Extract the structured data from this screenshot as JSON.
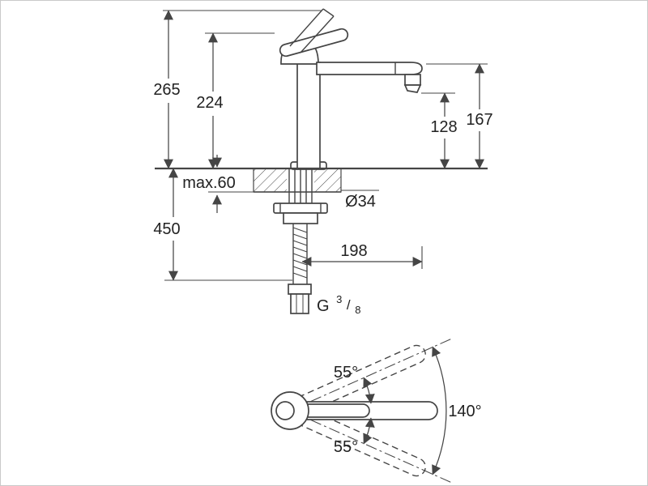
{
  "drawing": {
    "colors": {
      "line": "#454545",
      "text": "#222222",
      "background": "#ffffff",
      "page_border": "#c9c9c9"
    },
    "side_view": {
      "overall_height": "265",
      "height_to_lever": "224",
      "spout_outlet_height": "128",
      "spout_top_height": "167",
      "max_deck_thickness": "max.60",
      "hole_diameter": "Ø34",
      "below_deck_length": "450",
      "spout_reach": "198",
      "hose_thread": {
        "g": "G",
        "numerator": "3",
        "slash": "/",
        "denominator": "8"
      }
    },
    "plan_view": {
      "swivel_upper": "55°",
      "swivel_lower": "55°",
      "swivel_total": "140°"
    }
  }
}
